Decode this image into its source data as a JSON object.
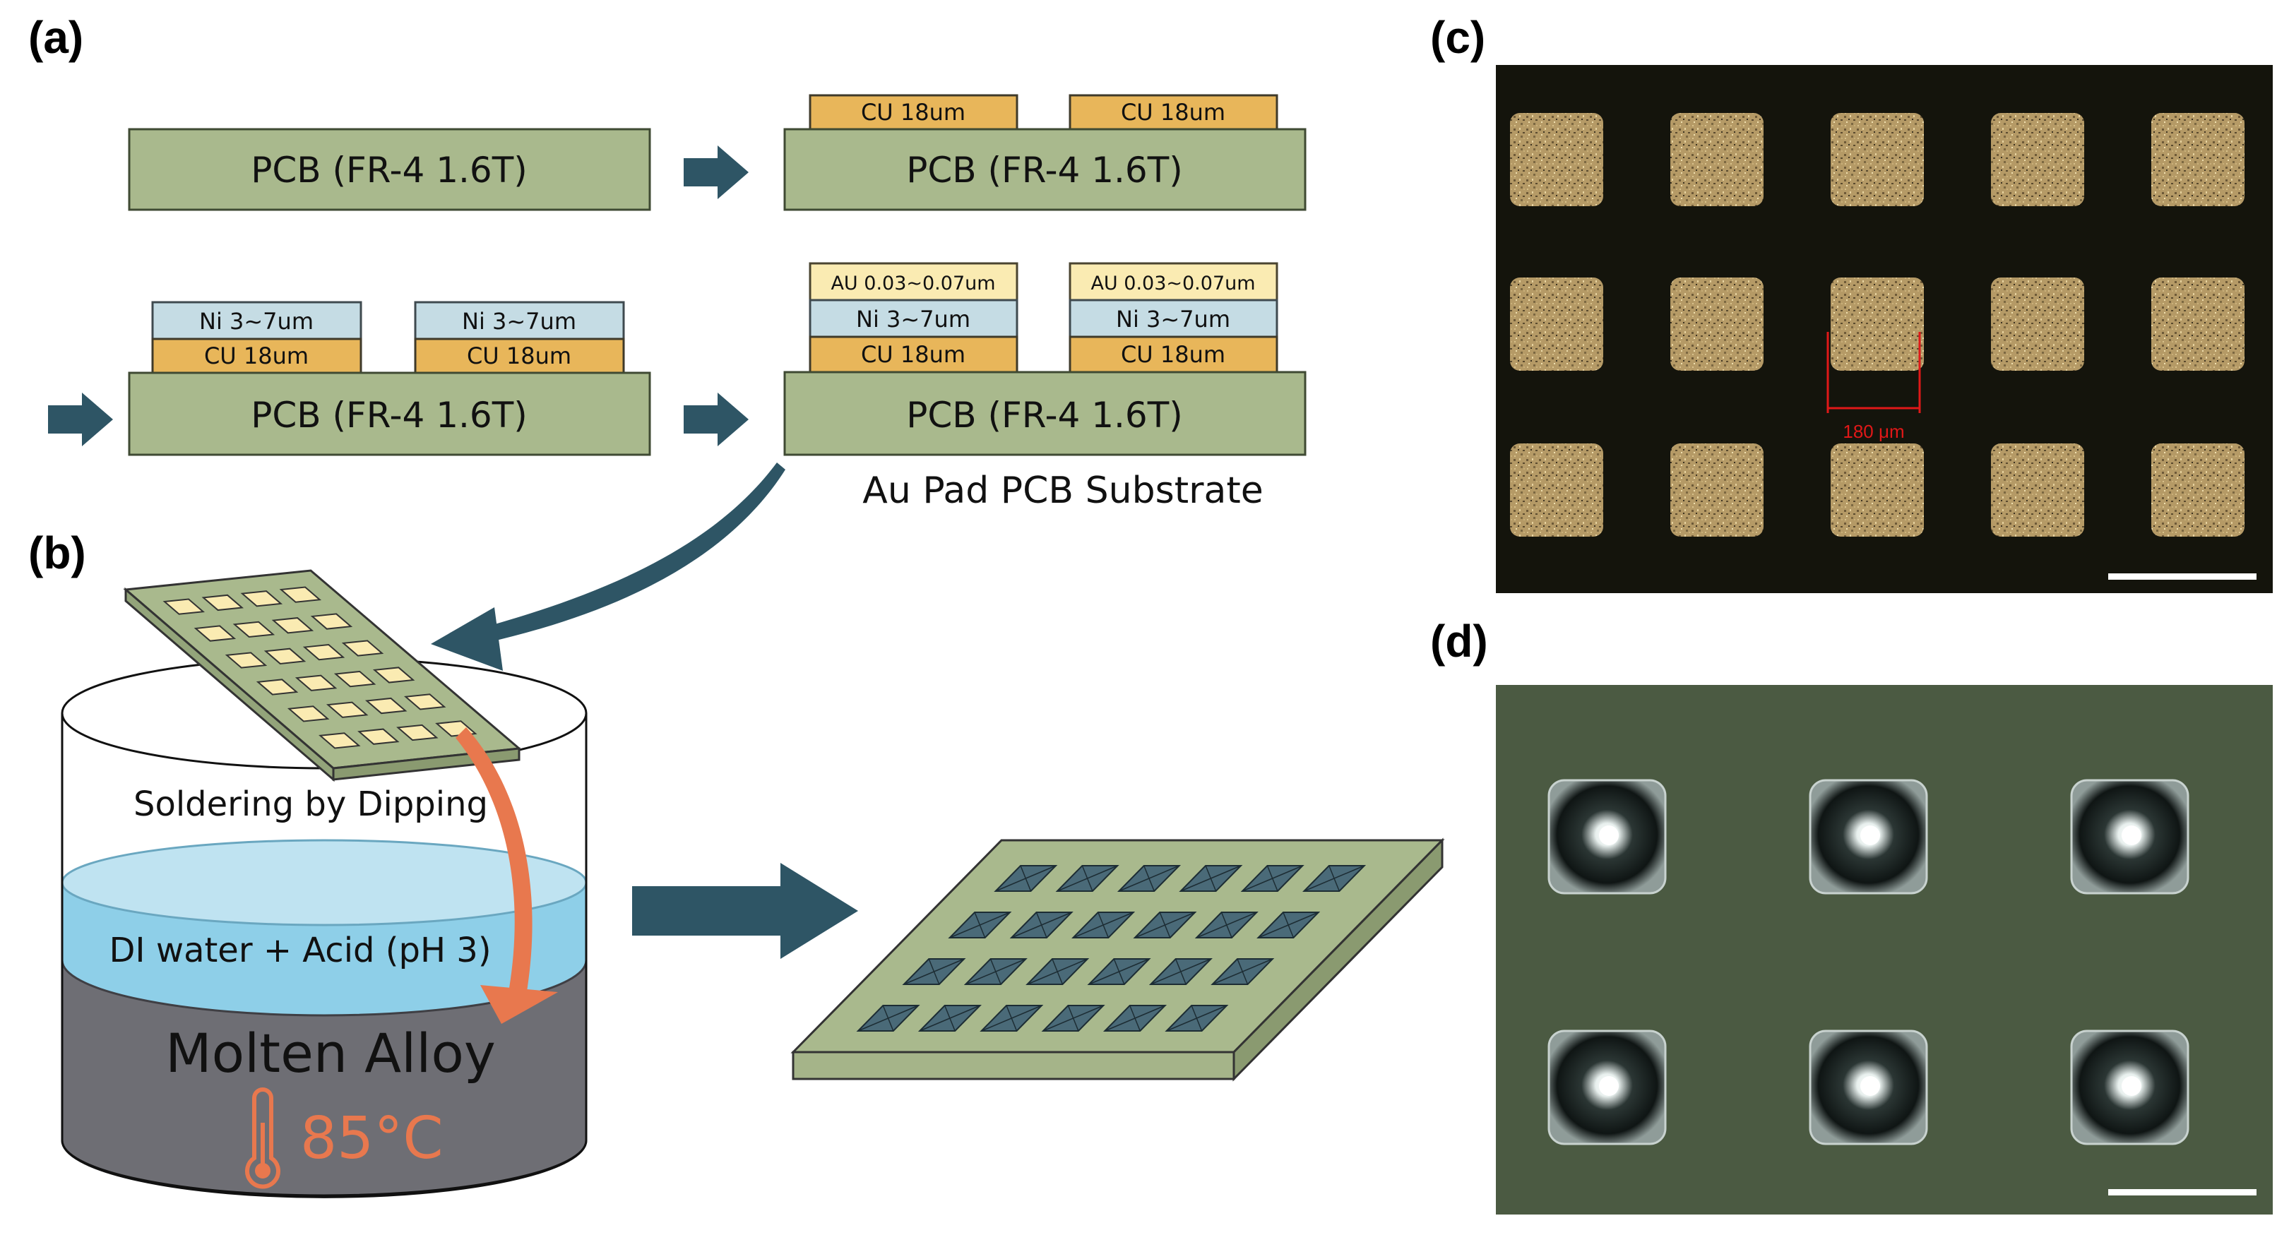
{
  "panels": {
    "a": "(a)",
    "b": "(b)",
    "c": "(c)",
    "d": "(d)"
  },
  "process": {
    "pcb_label": "PCB (FR-4 1.6T)",
    "cu_label": "CU 18um",
    "ni_label": "Ni 3~7um",
    "au_label": "AU 0.03~0.07um",
    "substrate_caption": "Au Pad PCB Substrate"
  },
  "dipping": {
    "soldering_label": "Soldering by Dipping",
    "water_label": "DI water + Acid (pH 3)",
    "alloy_label": "Molten Alloy",
    "temperature": "85°C"
  },
  "micrograph": {
    "pad_size_label": "180 μm"
  },
  "colors": {
    "pcb_green": "#A9B98D",
    "copper": "#E8B65A",
    "nickel": "#C5DCE4",
    "gold": "#FAEBB2",
    "arrow_dark": "#2E5565",
    "arrow_orange": "#E8784E",
    "water": "#8ECFE8",
    "alloy": "#6E6E74",
    "micro_c_bg": "#14140c",
    "micro_d_bg": "#4b5a42"
  },
  "icons": {
    "thermometer": "thermometer-icon",
    "arrow": "process-arrow-icon"
  }
}
